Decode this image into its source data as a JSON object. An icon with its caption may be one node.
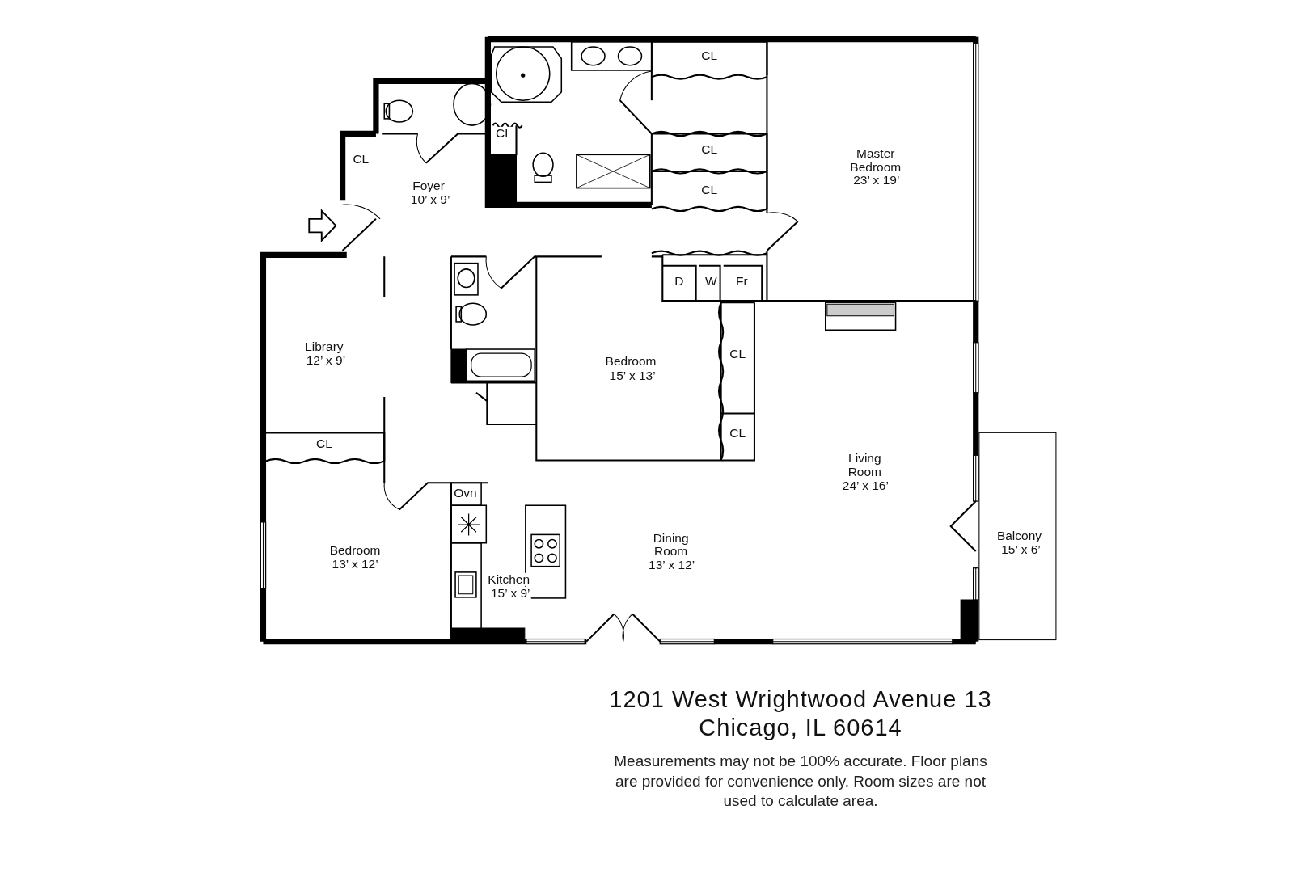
{
  "diagram": {
    "title": "1201 West Wrightwood Avenue 13 Chicago, IL 60614",
    "caption": "Measurements may not be 100% accurate. Floor plans are provided for convenience only. Room sizes are not used to calculate area.",
    "labels": [
      "CL",
      "CL",
      "CL",
      "Foyer",
      "10’ x 9’",
      "Master Bedroom",
      "23’ x 19’",
      "CL",
      "CL",
      "D",
      "W",
      "Fr",
      "Library",
      "12’ x 9’",
      "CL",
      "Bedroom",
      "15’ x 13’",
      "CL",
      "CL",
      "Living Room",
      "24’ x 16’",
      "Ovn",
      "Balcony",
      "15’ x 6’",
      "Dining Room",
      "13’ x 12’",
      "Bedroom",
      "13’ x 12’",
      "Kitchen",
      "15’ x 9’"
    ]
  }
}
